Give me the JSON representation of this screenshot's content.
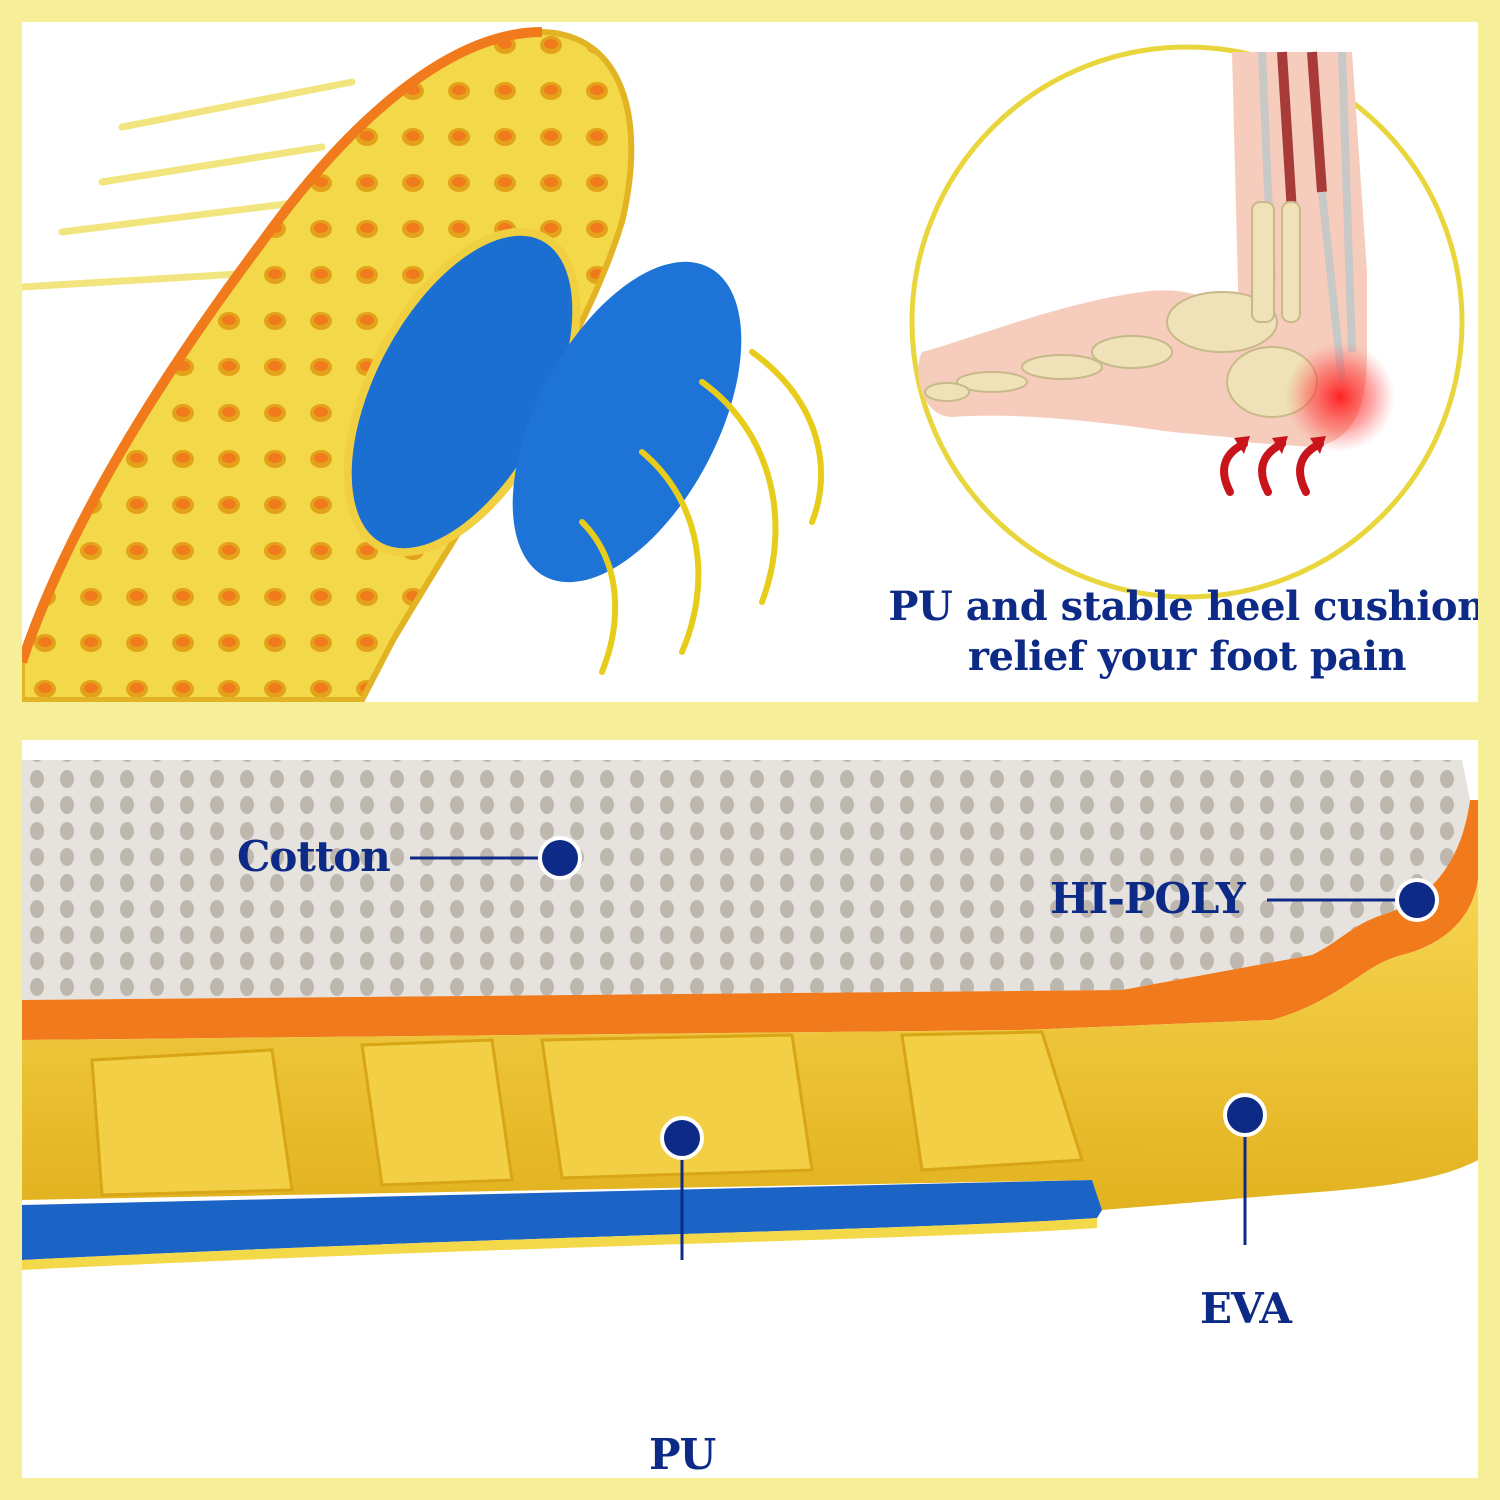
{
  "top_panel": {
    "headline_line1": "PU and stable heel cushion",
    "headline_line2": "relief your foot pain"
  },
  "bottom_panel": {
    "labels": {
      "cotton": "Cotton",
      "hi_poly": "HI-POLY",
      "eva": "EVA",
      "pu": "PU"
    }
  },
  "colors": {
    "frame": "#f7ee9a",
    "text_navy": "#0d2b86",
    "foam_yellow": "#f3d94a",
    "foam_orange": "#f07a1c",
    "pad_blue": "#1b6fd0",
    "mesh_grey": "#d9d6d2",
    "pain_red": "#c8141b"
  }
}
